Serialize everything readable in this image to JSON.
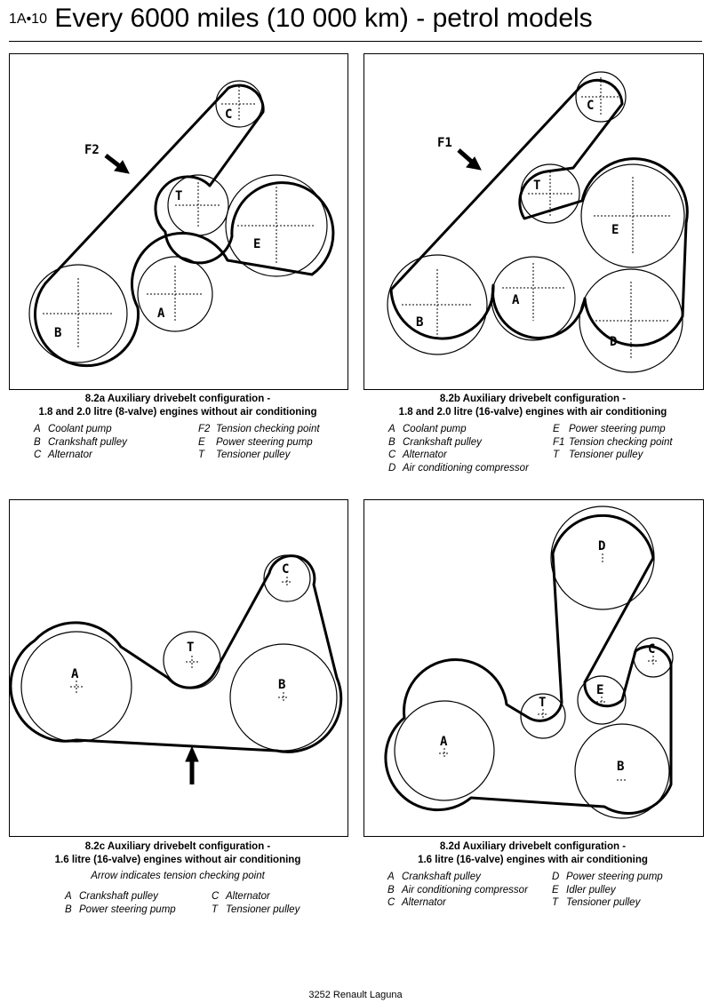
{
  "header": {
    "page_ref": "1A•10",
    "title": "Every 6000 miles (10 000 km) - petrol models"
  },
  "figures": [
    {
      "caption_line1": "8.2a  Auxiliary drivebelt configuration -",
      "caption_line2": "1.8 and 2.0 litre (8-valve) engines without air conditioning",
      "pulley_labels": {
        "a": "A",
        "b": "B",
        "c": "C",
        "t": "T",
        "e": "E"
      },
      "arrow_label": "F2",
      "legend": [
        {
          "key": "A",
          "text": "Coolant pump"
        },
        {
          "key": "F2",
          "text": "Tension checking point"
        },
        {
          "key": "B",
          "text": "Crankshaft pulley"
        },
        {
          "key": "E",
          "text": "Power steering pump"
        },
        {
          "key": "C",
          "text": "Alternator"
        },
        {
          "key": "T",
          "text": "Tensioner pulley"
        }
      ]
    },
    {
      "caption_line1": "8.2b Auxiliary drivebelt configuration -",
      "caption_line2": "1.8 and 2.0 litre (16-valve) engines with air conditioning",
      "pulley_labels": {
        "a": "A",
        "b": "B",
        "c": "C",
        "t": "T",
        "e": "E",
        "d": "D"
      },
      "arrow_label": "F1",
      "legend": [
        {
          "key": "A",
          "text": "Coolant pump"
        },
        {
          "key": "E",
          "text": "Power steering pump"
        },
        {
          "key": "B",
          "text": "Crankshaft pulley"
        },
        {
          "key": "F1",
          "text": "Tension checking point"
        },
        {
          "key": "C",
          "text": "Alternator"
        },
        {
          "key": "T",
          "text": "Tensioner pulley"
        },
        {
          "key": "D",
          "text": "Air conditioning compressor"
        }
      ]
    },
    {
      "caption_line1": "8.2c Auxiliary drivebelt configuration -",
      "caption_line2": "1.6 litre (16-valve) engines without air conditioning",
      "note": "Arrow indicates tension checking point",
      "pulley_labels": {
        "a": "A",
        "b": "B",
        "c": "C",
        "t": "T"
      },
      "legend": [
        {
          "key": "A",
          "text": "Crankshaft pulley"
        },
        {
          "key": "C",
          "text": "Alternator"
        },
        {
          "key": "B",
          "text": "Power steering pump"
        },
        {
          "key": "T",
          "text": "Tensioner pulley"
        }
      ]
    },
    {
      "caption_line1": "8.2d Auxiliary drivebelt configuration -",
      "caption_line2": "1.6 litre (16-valve) engines with air conditioning",
      "pulley_labels": {
        "a": "A",
        "b": "B",
        "c": "C",
        "t": "T",
        "e": "E",
        "d": "D"
      },
      "legend": [
        {
          "key": "A",
          "text": "Crankshaft pulley"
        },
        {
          "key": "D",
          "text": "Power steering pump"
        },
        {
          "key": "B",
          "text": "Air conditioning compressor"
        },
        {
          "key": "E",
          "text": "Idler pulley"
        },
        {
          "key": "C",
          "text": "Alternator"
        },
        {
          "key": "T",
          "text": "Tensioner pulley"
        }
      ]
    }
  ],
  "footer": {
    "text": "3252 Renault Laguna"
  }
}
